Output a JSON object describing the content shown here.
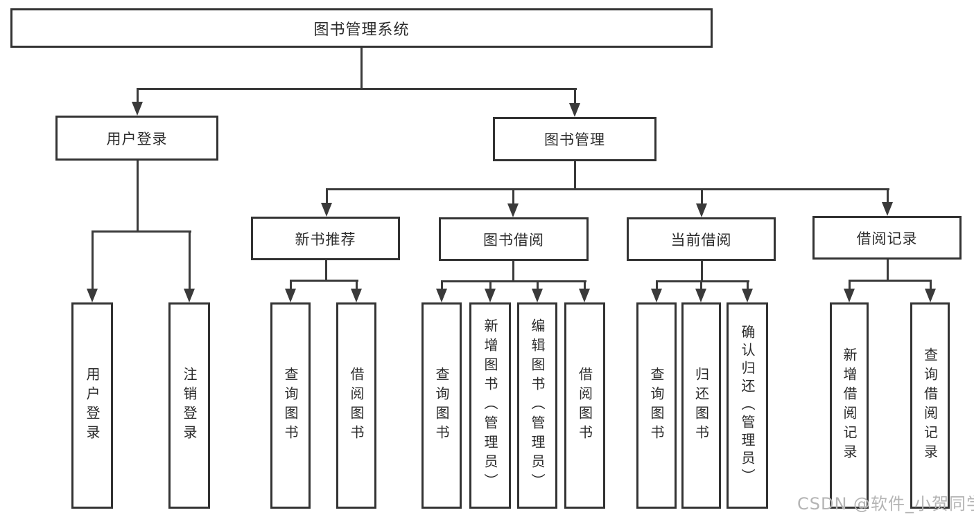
{
  "tree": {
    "root": "图书管理系统",
    "branches": [
      {
        "label": "用户登录",
        "children": [
          "用户登录",
          "注销登录"
        ]
      },
      {
        "label": "图书管理",
        "modules": [
          {
            "label": "新书推荐",
            "children": [
              "查询图书",
              "借阅图书"
            ]
          },
          {
            "label": "图书借阅",
            "children": [
              "查询图书",
              "新增图书（管理员）",
              "编辑图书（管理员）",
              "借阅图书"
            ]
          },
          {
            "label": "当前借阅",
            "children": [
              "查询图书",
              "归还图书",
              "确认归还（管理员）"
            ]
          },
          {
            "label": "借阅记录",
            "children": [
              "新增借阅记录",
              "查询借阅记录"
            ]
          }
        ]
      }
    ]
  },
  "watermark": "CSDN @软件_小贺同学",
  "colors": {
    "line": "#3a3a3a",
    "box_border": "#333333",
    "text": "#2b2b2b",
    "background": "#ffffff",
    "watermark": "#b4b4b4"
  }
}
